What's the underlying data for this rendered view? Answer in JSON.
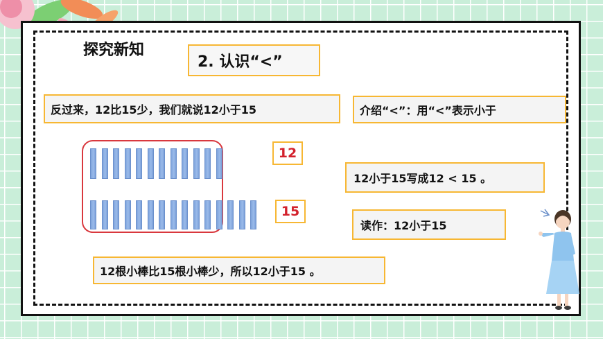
{
  "header": {
    "section_title": "探究新知"
  },
  "slide": {
    "title": "2. 认识“<”",
    "box_fan": "反过来，12比15少，我们就说12小于15",
    "box_intro": "介绍“<”：用“<”表示小于",
    "label_12": "12",
    "label_15": "15",
    "box_write": "12小于15写成12 < 15 。",
    "box_read": "读作：12小于15",
    "box_conclusion": "12根小棒比15根小棒少，所以12小于15 。"
  },
  "chart_data": {
    "type": "table",
    "rows": [
      {
        "label": "12",
        "sticks": 12
      },
      {
        "label": "15",
        "sticks": 15
      }
    ]
  },
  "colors": {
    "accent_border": "#f7b733",
    "number_red": "#d3212c",
    "stick_blue": "#8fb0e4",
    "grid_green": "#c9eed9"
  }
}
